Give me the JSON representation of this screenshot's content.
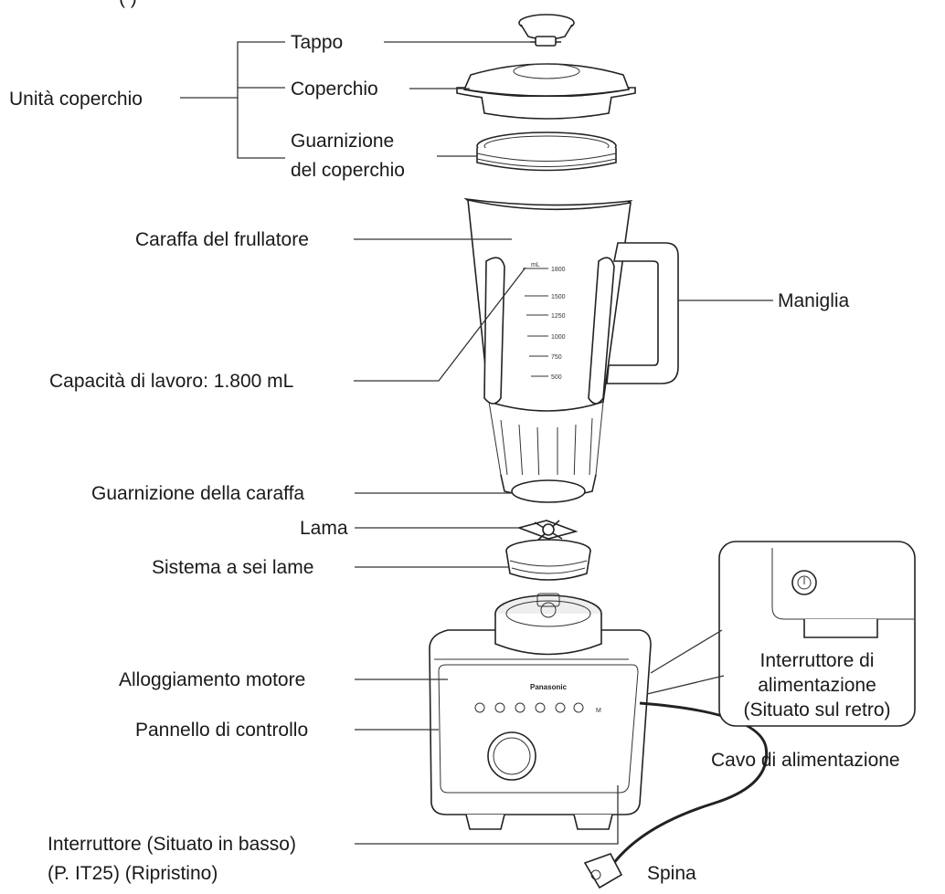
{
  "labels": {
    "top_clip": "(         )",
    "tappo": "Tappo",
    "coperchio": "Coperchio",
    "unita_coperchio": "Unità coperchio",
    "guarnizione_coperchio_1": "Guarnizione",
    "guarnizione_coperchio_2": "del coperchio",
    "caraffa": "Caraffa del frullatore",
    "maniglia": "Maniglia",
    "capacita": "Capacità di lavoro: 1.800 mL",
    "guarnizione_caraffa": "Guarnizione della caraffa",
    "lama": "Lama",
    "sistema_lame": "Sistema a sei lame",
    "alloggiamento": "Alloggiamento motore",
    "interruttore_alim_1": "Interruttore di",
    "interruttore_alim_2": "alimentazione",
    "interruttore_alim_3": "(Situato sul retro)",
    "pannello": "Pannello di controllo",
    "cavo": "Cavo di alimentazione",
    "interruttore_basso_1": "Interruttore (Situato in basso)",
    "interruttore_basso_2": "(P. IT25) (Ripristino)",
    "spina": "Spina"
  },
  "scale": {
    "unit": "mL",
    "marks": [
      "1800",
      "1500",
      "1250",
      "1000",
      "750",
      "500"
    ]
  },
  "brand": "Panasonic",
  "panel_m": "M"
}
